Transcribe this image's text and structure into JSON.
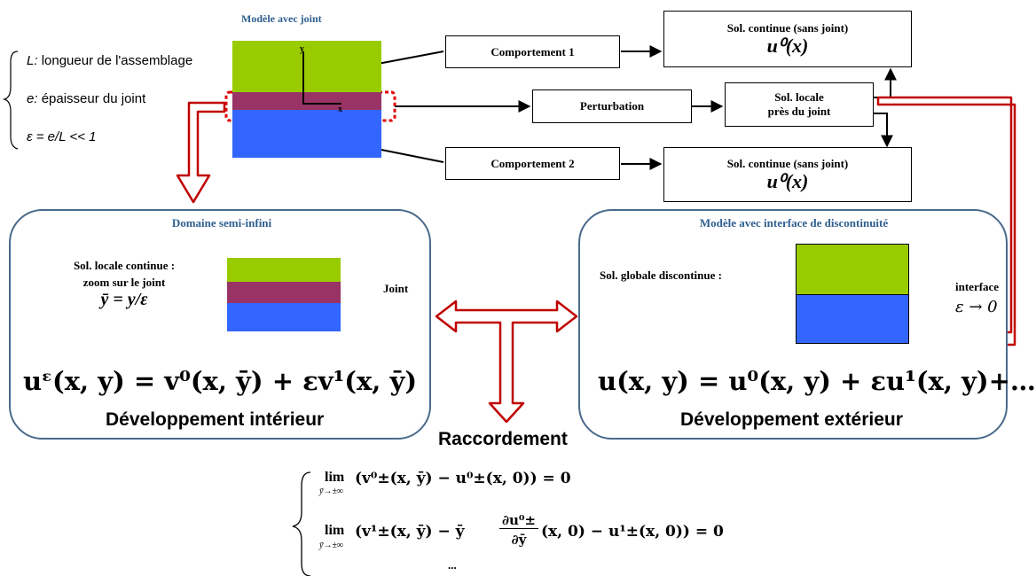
{
  "model": {
    "title": "Modèle avec joint",
    "axis_y": "y",
    "axis_x": "x",
    "colors": {
      "green": "#99cc00",
      "purple": "#993366",
      "blue": "#3366ff"
    }
  },
  "definitions": {
    "L": "L:",
    "L_text": "longueur de l'assemblage",
    "e": "e:",
    "e_text": "épaisseur du joint",
    "eps": "ε = e/L << 1"
  },
  "boxes": {
    "comportement1": "Comportement 1",
    "comportement2": "Comportement 2",
    "perturbation": "Perturbation",
    "sol_cont_top": "Sol. continue (sans joint)",
    "sol_cont_top_math": "u⁰(x)",
    "sol_locale": "Sol. locale\nprès du joint",
    "sol_locale_1": "Sol. locale",
    "sol_locale_2": "près du joint",
    "sol_cont_bottom": "Sol. continue (sans joint)",
    "sol_cont_bottom_math": "u⁰(x)"
  },
  "left_panel": {
    "title": "Domaine semi-infini",
    "text1": "Sol. locale continue :",
    "text2": "zoom sur le joint",
    "ybar": "ȳ = y/ε",
    "joint_label": "Joint",
    "equation": "uᵋ(x, y) = v⁰(x, ȳ) + εv¹(x, ȳ)",
    "development": "Développement intérieur"
  },
  "right_panel": {
    "title": "Modèle avec interface de discontinuité",
    "text": "Sol. globale discontinue :",
    "interface_label": "interface",
    "limit": "ε → 0",
    "equation": "u(x, y) = u⁰(x, y) + εu¹(x, y)+…",
    "development": "Développement extérieur"
  },
  "center": {
    "raccordement": "Raccordement"
  },
  "matching": {
    "line1_lim": "lim",
    "line1_sub": "ȳ→±∞",
    "line1_expr": "(v⁰±(x, ȳ) − u⁰±(x, 0)) = 0",
    "line2_lim": "lim",
    "line2_sub": "ȳ→±∞",
    "line2_expr_a": "(v¹±(x, ȳ) − ȳ",
    "line2_frac_num": "∂u⁰±",
    "line2_frac_den": "∂ȳ",
    "line2_expr_b": "(x, 0) − u¹±(x, 0)) = 0",
    "dots": "..."
  },
  "underline_colors": {
    "blue": "#9ab8d9",
    "red": "#d99a9a"
  },
  "arrow_color": "#c00000"
}
